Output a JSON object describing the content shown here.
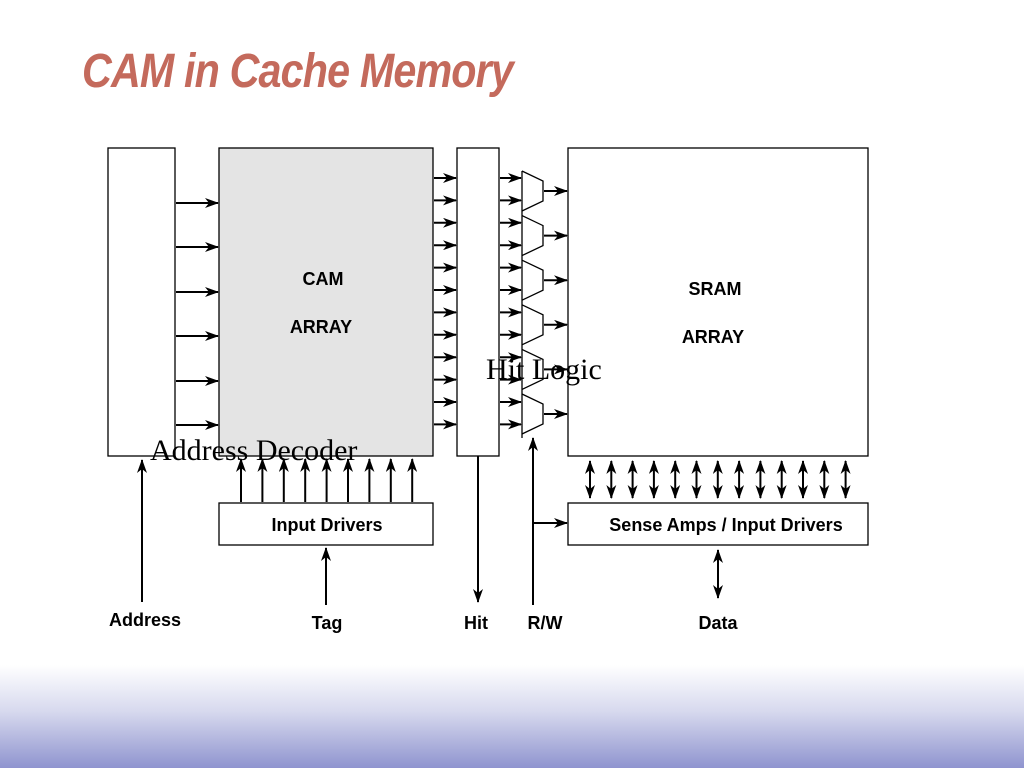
{
  "slide": {
    "title": "CAM in Cache Memory",
    "accent_color": "#c46a5c"
  },
  "diagram": {
    "cam_array": {
      "line1": "CAM",
      "line2": "ARRAY"
    },
    "sram_array": {
      "line1": "SRAM",
      "line2": "ARRAY"
    },
    "hit_logic_label": "Hit Logic",
    "address_decoder_label": "Address Decoder",
    "input_drivers_label": "Input Drivers",
    "sense_amps_label": "Sense Amps / Input Drivers",
    "signals": {
      "address": "Address",
      "tag": "Tag",
      "hit": "Hit",
      "rw": "R/W",
      "data": "Data"
    }
  }
}
